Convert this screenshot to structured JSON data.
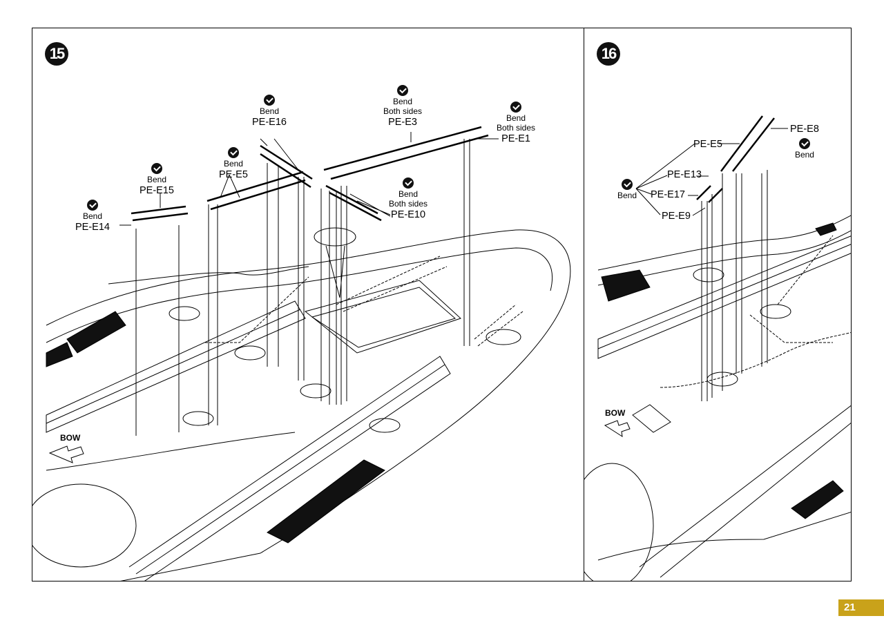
{
  "page_number": "21",
  "step15": {
    "number": "15",
    "bow": "BOW",
    "parts": {
      "e14": {
        "bend": "Bend",
        "part": "PE-E14"
      },
      "e15": {
        "bend": "Bend",
        "part": "PE-E15"
      },
      "e5": {
        "bend": "Bend",
        "part": "PE-E5"
      },
      "e16": {
        "bend": "Bend",
        "part": "PE-E16"
      },
      "e3": {
        "bend": "Bend",
        "sides": "Both sides",
        "part": "PE-E3"
      },
      "e1": {
        "bend": "Bend",
        "sides": "Both sides",
        "part": "PE-E1"
      },
      "e10": {
        "bend": "Bend",
        "sides": "Both sides",
        "part": "PE-E10"
      }
    }
  },
  "step16": {
    "number": "16",
    "bow": "BOW",
    "e5": "PE-E5",
    "e8": "PE-E8",
    "e8_bend": "Bend",
    "e13": "PE-E13",
    "e17": "PE-E17",
    "e9": "PE-E9",
    "group_bend": "Bend"
  },
  "colors": {
    "page_tab": "#c9a21a",
    "ink": "#000000"
  }
}
